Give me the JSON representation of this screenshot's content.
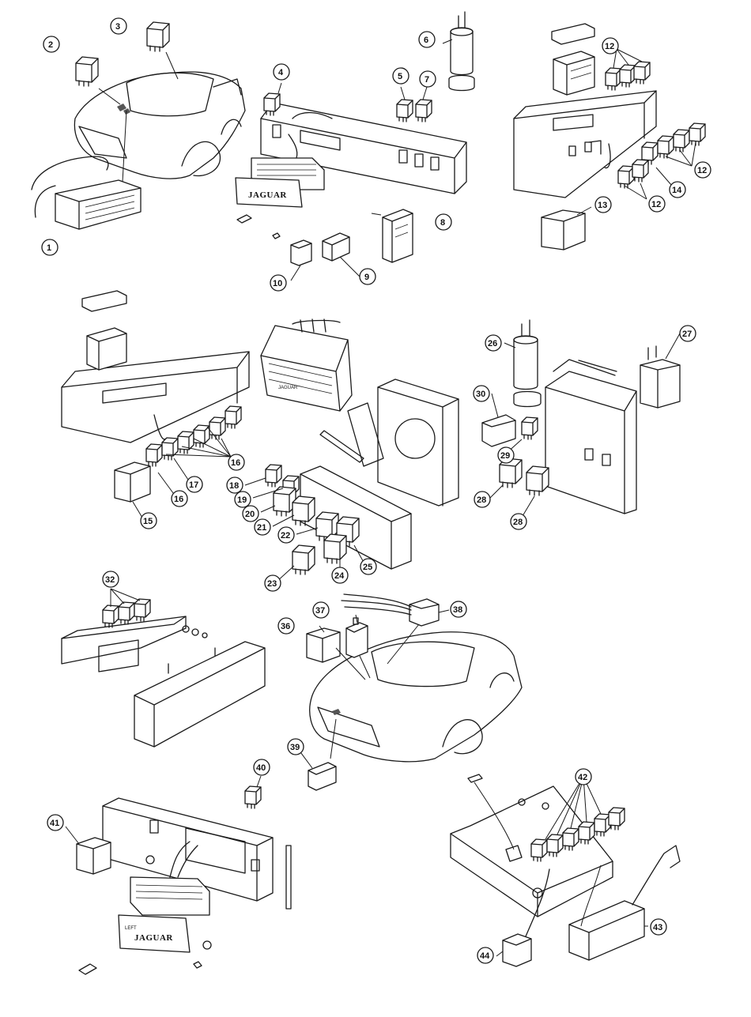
{
  "brand_text": "JAGUAR",
  "side_text": "LEFT",
  "callout_numbers": {
    "c1": "1",
    "c2": "2",
    "c3": "3",
    "c4": "4",
    "c5": "5",
    "c6": "6",
    "c7": "7",
    "c8": "8",
    "c9": "9",
    "c10": "10",
    "c12a": "12",
    "c12b": "12",
    "c12c": "12",
    "c13": "13",
    "c14": "14",
    "c15": "15",
    "c16a": "16",
    "c16b": "16",
    "c17": "17",
    "c18": "18",
    "c19": "19",
    "c20": "20",
    "c21": "21",
    "c22": "22",
    "c23": "23",
    "c24": "24",
    "c25": "25",
    "c26": "26",
    "c27": "27",
    "c28a": "28",
    "c28b": "28",
    "c29": "29",
    "c30": "30",
    "c32": "32",
    "c36": "36",
    "c37": "37",
    "c38": "38",
    "c39": "39",
    "c40": "40",
    "c41": "41",
    "c42": "42",
    "c43": "43",
    "c44": "44"
  }
}
